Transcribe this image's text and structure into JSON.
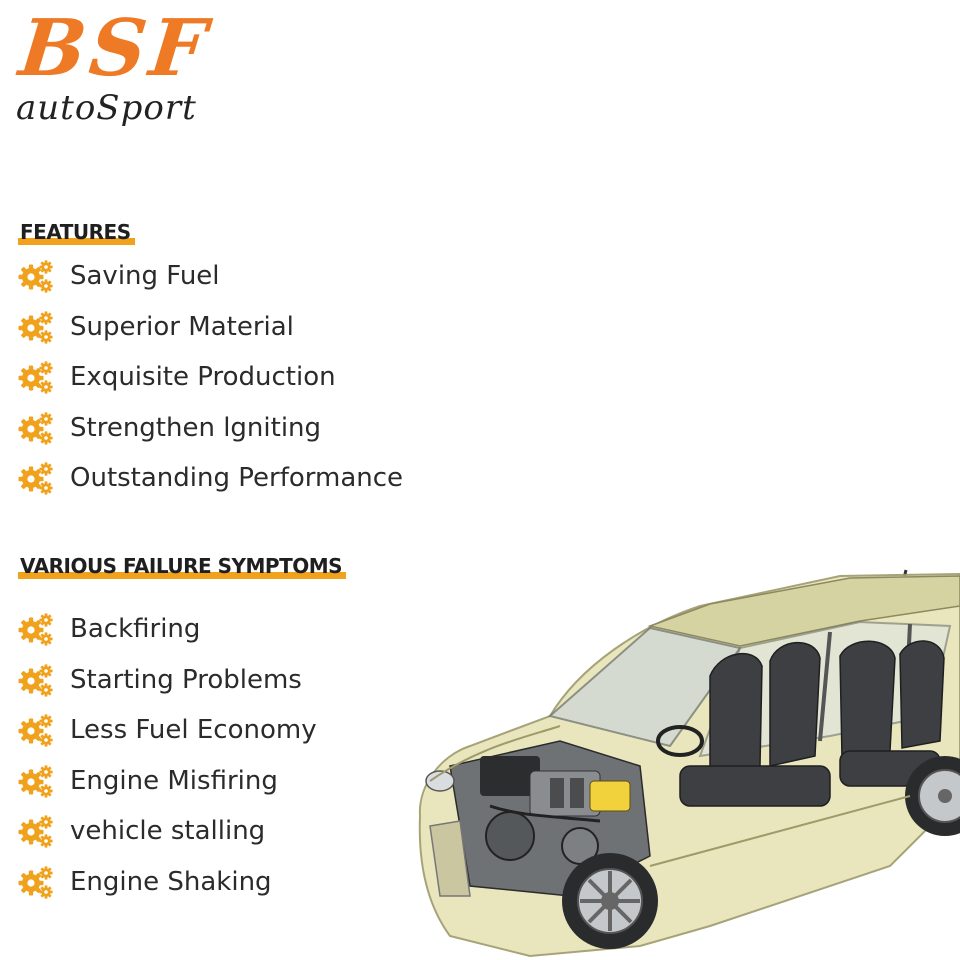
{
  "brand": {
    "name": "BSF",
    "subname": "autoSport",
    "color": "#ef7a26"
  },
  "features": {
    "heading": "FEATURES",
    "items": [
      {
        "label": "Saving Fuel",
        "icon": "gears-icon"
      },
      {
        "label": "Superior Material",
        "icon": "gears-icon"
      },
      {
        "label": "Exquisite Production",
        "icon": "gears-icon"
      },
      {
        "label": "Strengthen lgniting",
        "icon": "gears-icon"
      },
      {
        "label": "Outstanding Performance",
        "icon": "gears-icon"
      }
    ]
  },
  "symptoms": {
    "heading": "VARIOUS FAILURE SYMPTOMS",
    "items": [
      {
        "label": "Backfiring",
        "icon": "gears-icon"
      },
      {
        "label": "Starting Problems",
        "icon": "gears-icon"
      },
      {
        "label": "Less Fuel Economy",
        "icon": "gears-icon"
      },
      {
        "label": "Engine Misfiring",
        "icon": "gears-icon"
      },
      {
        "label": "vehicle stalling",
        "icon": "gears-icon"
      },
      {
        "label": "Engine Shaking",
        "icon": "gears-icon"
      }
    ]
  },
  "colors": {
    "accent": "#f0a21d",
    "gear": "#f0a21d"
  },
  "image": {
    "subject": "car-cutaway-illustration"
  }
}
